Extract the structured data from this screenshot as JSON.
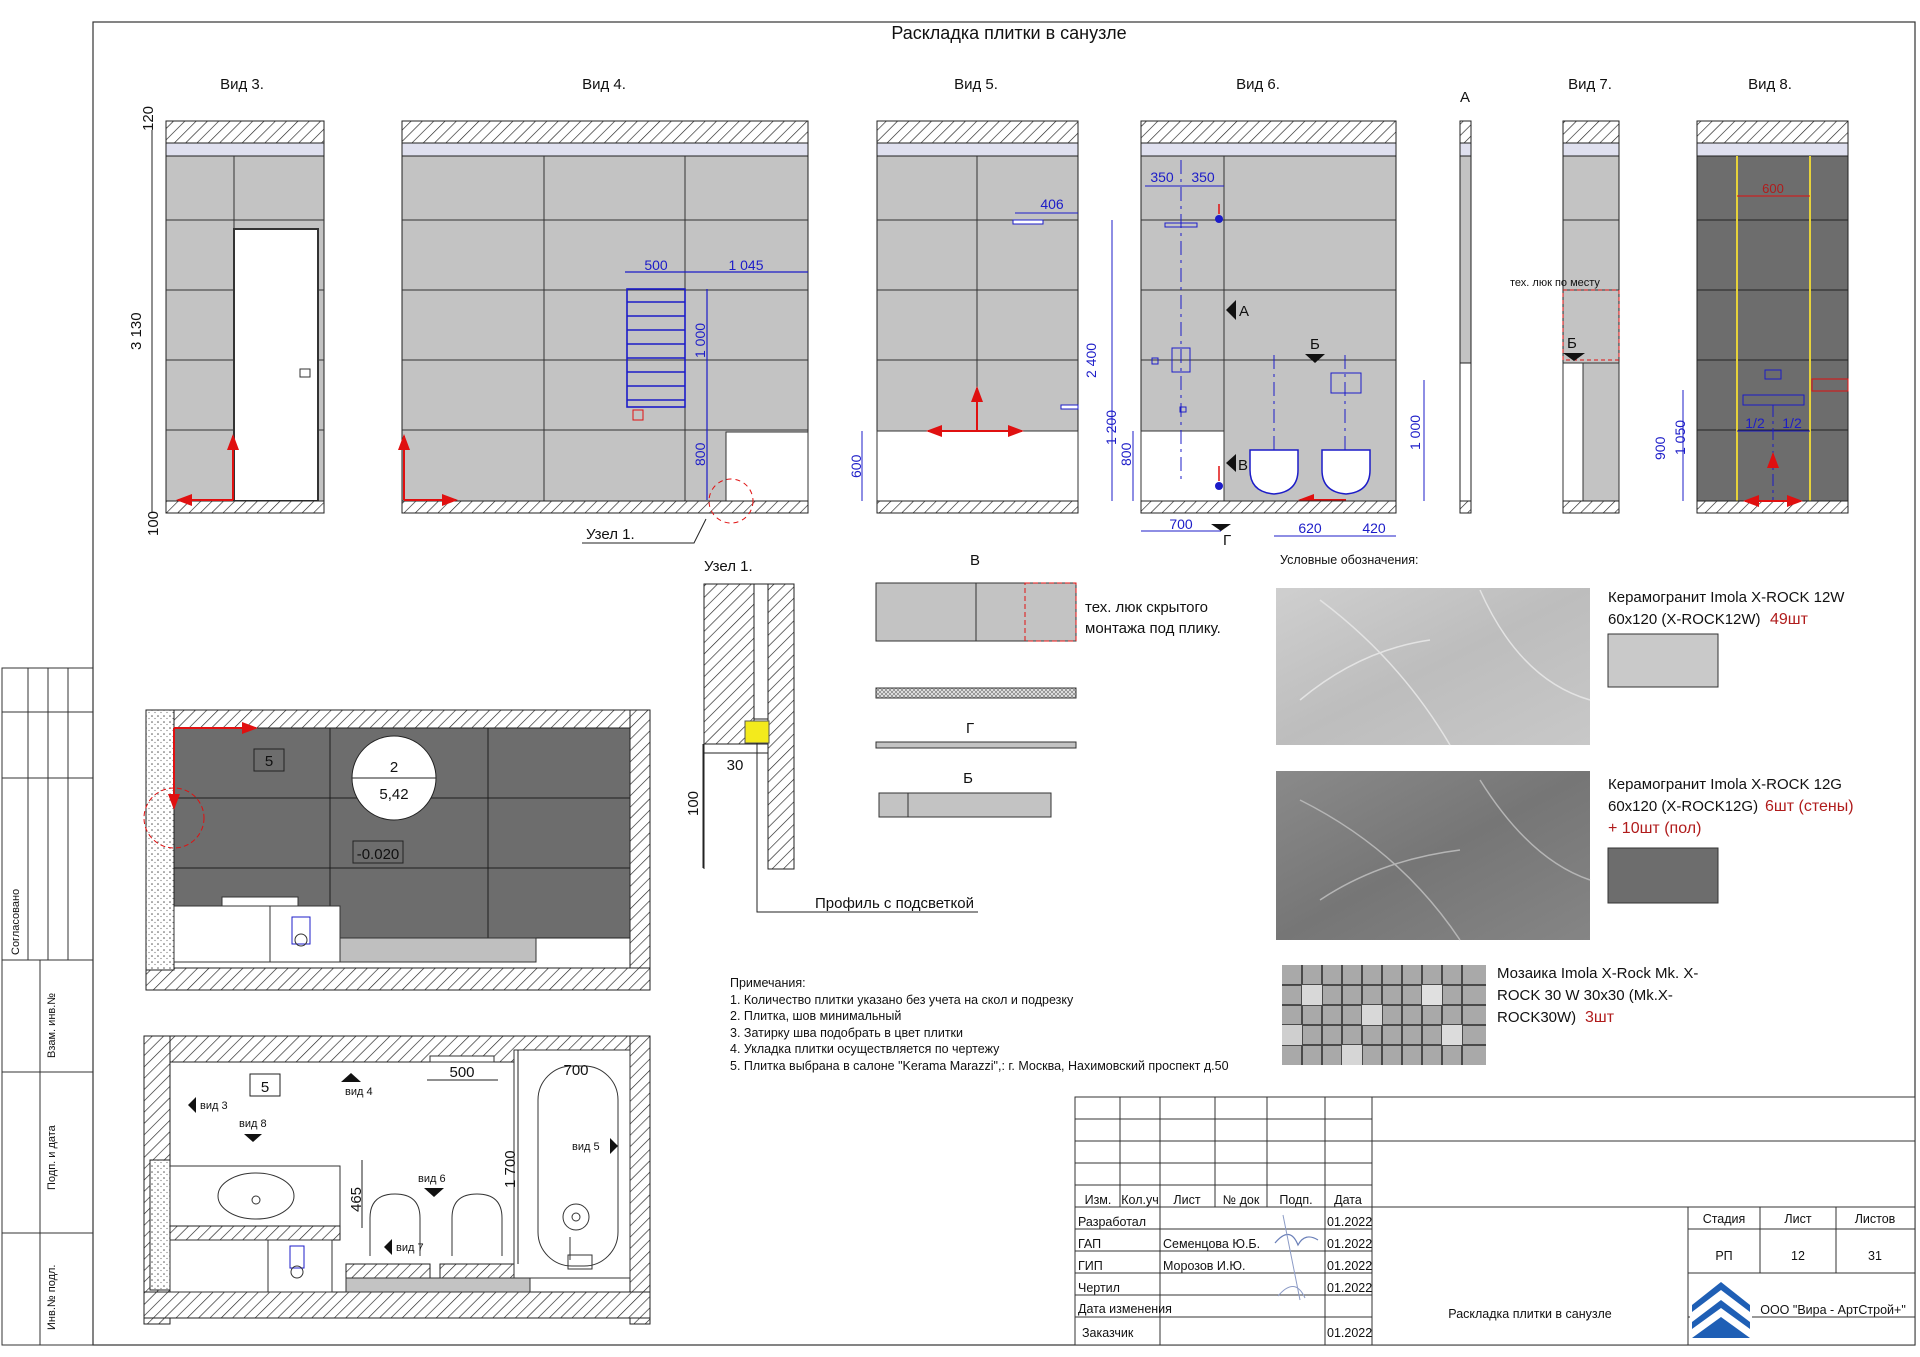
{
  "sheet_title": "Раскладка плитки в санузле",
  "views": {
    "v3": "Вид 3.",
    "v4": "Вид 4.",
    "v5": "Вид 5.",
    "v6": "Вид 6.",
    "a": "А",
    "v7": "Вид 7.",
    "v8": "Вид 8."
  },
  "dimensions": {
    "d120": "120",
    "d3130": "3 130",
    "d100": "100",
    "d500": "500",
    "d1045": "1 045",
    "d1000a": "1 000",
    "d800a": "800",
    "d406": "406",
    "d600": "600",
    "d350a": "350",
    "d350b": "350",
    "d2400": "2 400",
    "d1200": "1 200",
    "d800b": "800",
    "d1000b": "1 000",
    "d700": "700",
    "d620": "620",
    "d420": "420",
    "d600b": "600",
    "d900": "900",
    "d1050": "1 050",
    "half1": "1/2",
    "half2": "1/2"
  },
  "markers": {
    "mA": "А",
    "mB": "Б",
    "mV": "В",
    "mG": "Г",
    "mB7": "Б"
  },
  "callouts": {
    "uzel_ref": "Узел 1.",
    "tech_hatch_place": "тех. люк по месту"
  },
  "uzel": {
    "title": "Узел 1.",
    "d30": "30",
    "d100": "100",
    "profile": "Профиль  с подсветкой"
  },
  "details": {
    "v": "В",
    "g": "Г",
    "b": "Б",
    "hatch_1": "тех. люк скрытого",
    "hatch_2": "монтажа под плику."
  },
  "floor_plan": {
    "room_no": "5",
    "area_no": "2",
    "area": "5,42",
    "level": "-0.020"
  },
  "layout_plan": {
    "room_no": "5",
    "d500": "500",
    "d700": "700",
    "d1700": "1 700",
    "d465": "465",
    "vid3": "вид 3",
    "vid4": "вид 4",
    "vid5": "вид 5",
    "vid6": "вид 6",
    "vid7": "вид 7",
    "vid8": "вид 8"
  },
  "notes": {
    "title": "Примечания:",
    "items": [
      "1. Количество плитки  указано  без учета на скол и подрезку",
      "2. Плитка, шов минимальный",
      "3. Затирку шва подобрать в цвет плитки",
      "4. Укладка плитки осуществляется по чертежу",
      "5. Плитка выбрана в салоне \"Kerama Marazzi\",: г. Москва, Нахимовский проспект д.50"
    ]
  },
  "legend": {
    "title": "Условные обозначения:",
    "item1_line1": "Керамогранит Imola X-ROCK 12W",
    "item1_line2": "60x120 (X-ROCK12W)",
    "item1_qty": "49шт",
    "item2_line1": "Керамогранит Imola X-ROCK 12G",
    "item2_line2": "60x120 (X-ROCK12G)",
    "item2_qty": "6шт (стены)",
    "item2_qty2": "+ 10шт (пол)",
    "item3_line1": "Мозаика Imola X-Rock Mk. X-",
    "item3_line2": "ROCK 30 W 30x30 (Mk.X-",
    "item3_line3": "ROCK30W)",
    "item3_qty": "3шт",
    "colors": {
      "light_tile": "#c9c9c9",
      "dark_tile": "#6d6d6d",
      "qty": "#b01c1c",
      "dim": "#1c1cc8"
    }
  },
  "side_stamp": {
    "agreed": "Согласовано",
    "inv_replace": "Взам. инв.№",
    "sign_date": "Подп. и дата",
    "inv_orig": "Инв.№ подл."
  },
  "title_block": {
    "hdr": [
      "Изм.",
      "Кол.уч",
      "Лист",
      "№ док",
      "Подп.",
      "Дата"
    ],
    "rows": [
      {
        "role": "Разработал",
        "name": "",
        "date": "01.2022"
      },
      {
        "role": "ГАП",
        "name": "Семенцова Ю.Б.",
        "date": "01.2022"
      },
      {
        "role": "ГИП",
        "name": "Морозов И.Ю.",
        "date": "01.2022"
      },
      {
        "role": "Чертил",
        "name": "",
        "date": "01.2022"
      },
      {
        "role": "Дата изменения",
        "name": "",
        "date": ""
      },
      {
        "role": "Заказчик",
        "name": "",
        "date": "01.2022"
      }
    ],
    "stage_h": "Стадия",
    "sheet_h": "Лист",
    "sheets_h": "Листов",
    "stage": "РП",
    "sheet": "12",
    "sheets": "31",
    "doc_title": "Раскладка плитки в санузле",
    "company": "ООО \"Вира - АртСтрой+\""
  }
}
